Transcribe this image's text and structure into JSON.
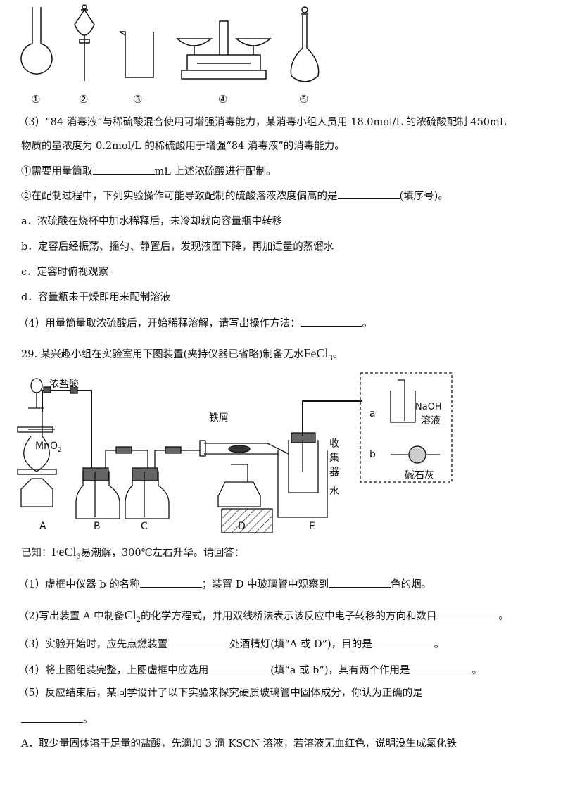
{
  "apparatus_labels": [
    "①",
    "②",
    "③",
    "④",
    "⑤"
  ],
  "q3": {
    "intro_line1": "（3）“84 消毒液”与稀硫酸混合使用可增强消毒能力，某消毒小组人员用 18.0mol/L 的浓硫酸配制 450mL",
    "intro_line2": "物质的量浓度为 0.2mol/L 的稀硫酸用于增强“84 消毒液”的消毒能力。",
    "sub1_pre": "①需要用量筒取",
    "sub1_post": "mL 上述浓硫酸进行配制。",
    "sub2_pre": "②在配制过程中，下列实验操作可能导致配制的硫酸溶液浓度偏高的是",
    "sub2_post": "(填序号)。",
    "options": [
      "a．浓硫酸在烧杯中加水稀释后，未冷却就向容量瓶中转移",
      "b．定容后经振荡、摇匀、静置后，发现液面下降，再加适量的蒸馏水",
      "c．定容时俯视观察",
      "d．容量瓶未干燥即用来配制溶液"
    ]
  },
  "q4": {
    "pre": "（4）用量筒量取浓硫酸后，开始稀释溶解，请写出操作方法：",
    "post": "。"
  },
  "q29": {
    "title_pre": "29. 某兴趣小组在实验室用下图装置(夹持仪器已省略)制备无水",
    "title_formula": "FeCl",
    "title_sub": "3",
    "title_post": "。",
    "diagram": {
      "label_hcl": "浓盐酸",
      "label_mno2": "MnO",
      "label_mno2_sub": "2",
      "label_iron": "铁屑",
      "label_collector": [
        "收",
        "集",
        "器"
      ],
      "label_water": "水",
      "label_a": "a",
      "label_b": "b",
      "label_naoh": "NaOH",
      "label_solution": "溶液",
      "label_sodalime": "碱石灰",
      "device_labels": [
        "A",
        "B",
        "C",
        "D",
        "E"
      ]
    },
    "known_pre": "已知：",
    "known_formula": "FeCl",
    "known_sub": "3",
    "known_post": "易潮解，300℃左右升华。请回答：",
    "p1_a": "（1）虚框中仪器 b 的名称",
    "p1_b": "；装置 D 中玻璃管中观察到",
    "p1_c": "色的烟。",
    "p2_a": "（2)写出装置 A 中制备",
    "p2_formula": "Cl",
    "p2_sub": "2",
    "p2_b": "的化学方程式，并用双线桥法表示该反应中电子转移的方向和数目",
    "p2_c": "。",
    "p3_a": "（3）实验开始时，应先点燃装置",
    "p3_b": "处酒精灯(填“A 或 D”)，目的是",
    "p3_c": "。",
    "p4_a": "（4）将上图组装完整，上图虚框中应选用",
    "p4_b": "(填“a 或 b”)，其有两个作用是",
    "p4_c": "。",
    "p5": "（5）反应结束后，某同学设计了以下实验来探究硬质玻璃管中固体成分，你认为正确的是",
    "p5_end": "。",
    "optA": "A．取少量固体溶于足量的盐酸，先滴加 3 滴 KSCN 溶液，若溶液无血红色，说明没生成氯化铁"
  }
}
